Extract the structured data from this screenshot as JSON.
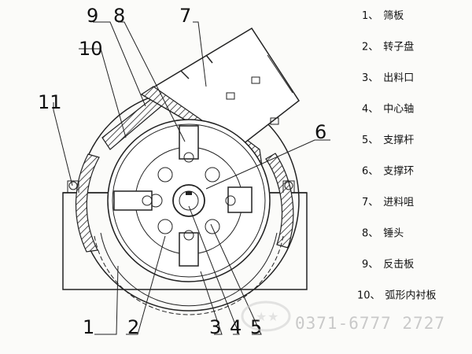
{
  "callouts": {
    "c1": "1",
    "c2": "2",
    "c3": "3",
    "c4": "4",
    "c5": "5",
    "c6": "6",
    "c7": "7",
    "c8": "8",
    "c9": "9",
    "c10": "10",
    "c11": "11"
  },
  "legend": [
    {
      "num": "1、",
      "text": "筛板"
    },
    {
      "num": "2、",
      "text": "转子盘"
    },
    {
      "num": "3、",
      "text": "出料口"
    },
    {
      "num": "4、",
      "text": "中心轴"
    },
    {
      "num": "5、",
      "text": "支撑杆"
    },
    {
      "num": "6、",
      "text": "支撑环"
    },
    {
      "num": "7、",
      "text": "进料咀"
    },
    {
      "num": "8、",
      "text": "锤头"
    },
    {
      "num": "9、",
      "text": "反击板"
    },
    {
      "num": "10、",
      "text": "弧形内衬板"
    }
  ],
  "watermark": {
    "phone": "0371-6777 2727"
  }
}
